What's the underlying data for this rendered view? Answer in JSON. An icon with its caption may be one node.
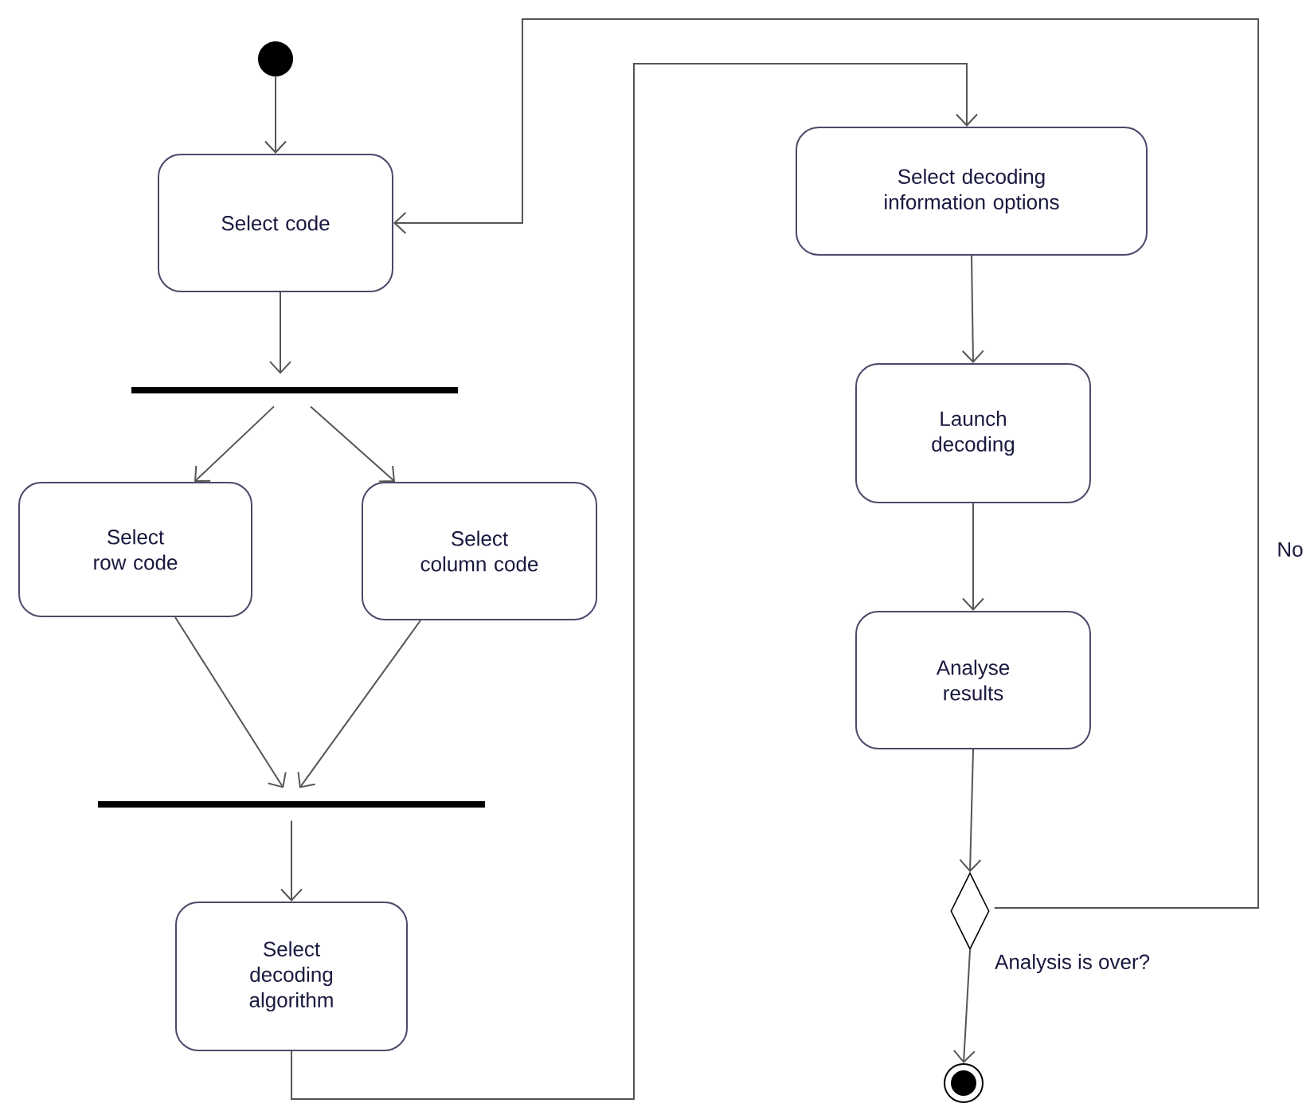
{
  "diagram": {
    "nodes": [
      {
        "text": [],
        "shape": "circle"
      },
      {
        "text": [
          "Select code"
        ]
      },
      {
        "text": [],
        "shape": "bar"
      },
      {
        "text": [
          "Select row code"
        ]
      },
      {
        "text": [
          "Select column code"
        ]
      },
      {
        "text": [],
        "shape": "bar"
      },
      {
        "text": [
          "Select decoding algorithm"
        ]
      },
      {
        "text": [
          "Select decoding information options"
        ]
      },
      {
        "text": [
          "Launch decoding"
        ]
      },
      {
        "text": [
          "Analyse results"
        ]
      },
      {
        "text": [],
        "shape": "diamond",
        "beside": [
          "Analysis is over?"
        ]
      },
      {
        "text": [],
        "shape": "circle"
      }
    ],
    "edges": [
      {
        "from": 0,
        "to": 1,
        "arrow": "to"
      },
      {
        "from": 1,
        "to": 2,
        "arrow": "to"
      },
      {
        "from": 2,
        "to": 3,
        "arrow": "to"
      },
      {
        "from": 2,
        "to": 4,
        "arrow": "to"
      },
      {
        "from": 3,
        "to": 5,
        "arrow": "to"
      },
      {
        "from": 4,
        "to": 5,
        "arrow": "to"
      },
      {
        "from": 5,
        "to": 6,
        "arrow": "to"
      },
      {
        "from": 6,
        "to": 7,
        "arrow": "to"
      },
      {
        "from": 7,
        "to": 8,
        "arrow": "to"
      },
      {
        "from": 8,
        "to": 9,
        "arrow": "to"
      },
      {
        "from": 9,
        "to": 10,
        "arrow": "to"
      },
      {
        "from": 10,
        "to": 1,
        "arrow": "to",
        "label": "No"
      },
      {
        "from": 10,
        "to": 11,
        "arrow": "to"
      }
    ]
  }
}
